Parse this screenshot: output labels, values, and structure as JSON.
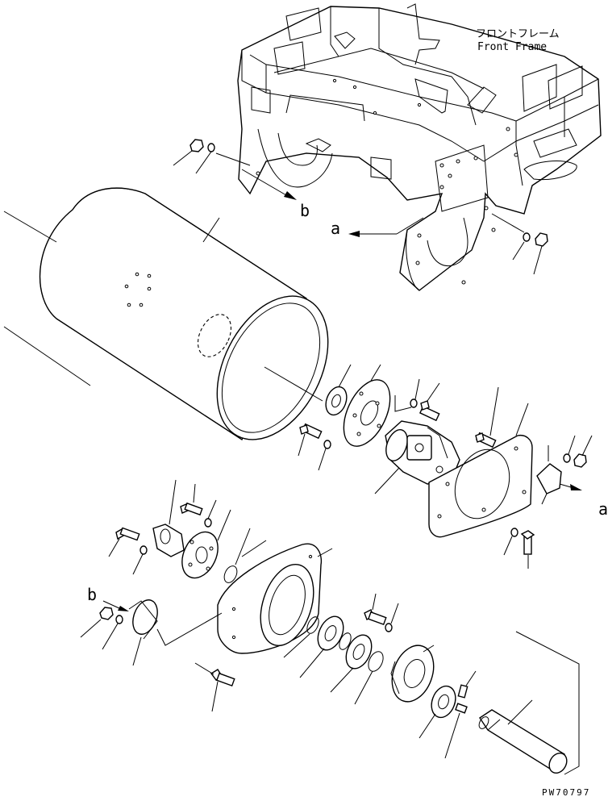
{
  "labels": {
    "frame_jp": "フロントフレーム",
    "frame_en": "Front Frame",
    "ref_a": "a",
    "ref_b": "b",
    "ref_a_arrow": "a",
    "ref_b_arrow": "b",
    "drawing_number": "PW70797"
  }
}
